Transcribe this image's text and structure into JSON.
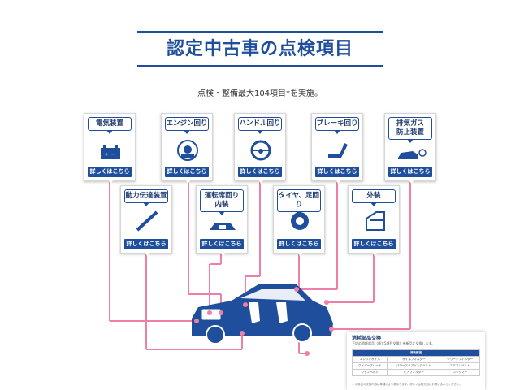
{
  "header": {
    "title": "認定中古車の点検項目",
    "subtitle": "点検・整備最大104項目*を実施。"
  },
  "cards": [
    {
      "label": "電気装置",
      "button": "詳しくはこちら",
      "icon": "battery-icon"
    },
    {
      "label": "エンジン回り",
      "button": "詳しくはこちら",
      "icon": "engine-icon"
    },
    {
      "label": "ハンドル回り",
      "button": "詳しくはこちら",
      "icon": "steering-wheel-icon"
    },
    {
      "label": "ブレーキ回り",
      "button": "詳しくはこちら",
      "icon": "brake-pedal-icon"
    },
    {
      "label": "排気ガス\n防止装置",
      "button": "詳しくはこちら",
      "icon": "exhaust-icon"
    },
    {
      "label": "動力伝達装置",
      "button": "詳しくはこちら",
      "icon": "drive-shaft-icon"
    },
    {
      "label": "運転席回り\n内装",
      "button": "詳しくはこちら",
      "icon": "car-interior-icon"
    },
    {
      "label": "タイヤ、足回り",
      "button": "詳しくはこちら",
      "icon": "tire-icon"
    },
    {
      "label": "外装",
      "button": "詳しくはこちら",
      "icon": "car-door-icon"
    }
  ],
  "consumables": {
    "title": "消耗部品交換",
    "line": "下記の消耗部品（最大5項目交換）を新品に交換します。",
    "header": "消耗部品",
    "rows": [
      [
        "エンジンオイル",
        "オイルフィルター",
        "クリーンフィルター"
      ],
      [
        "ワイパーブレード",
        "パワーステアリングベルト",
        "エアコンベルト"
      ],
      [
        "ファンベルト",
        "ヒアフィルター",
        "ロックマー"
      ]
    ],
    "note": "※ 消耗品の交換内容は車種により異なります。詳しくは販売店にお問い合わせください。"
  },
  "colors": {
    "accent": "#1f4e9c",
    "connector": "#ee7fa8"
  }
}
